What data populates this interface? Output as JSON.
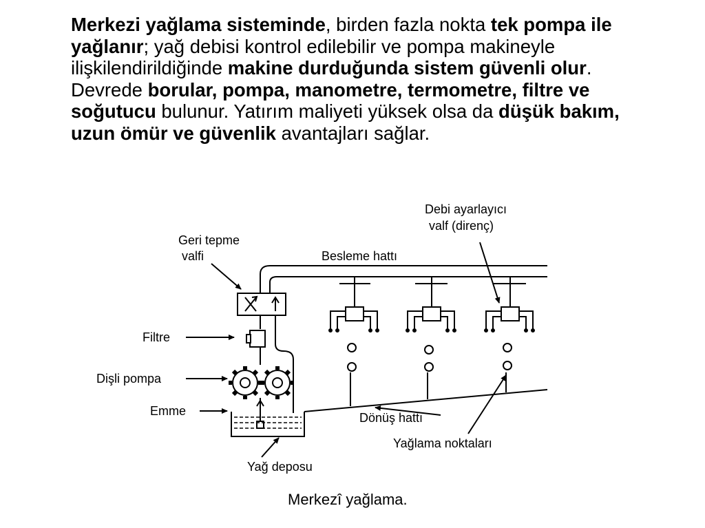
{
  "paragraph": {
    "segments": [
      {
        "text": "Merkezi yağlama sisteminde",
        "bold": true
      },
      {
        "text": ", birden fazla nokta ",
        "bold": false
      },
      {
        "text": "tek pompa ile yağlanır",
        "bold": true
      },
      {
        "text": "; yağ debisi kontrol edilebilir ve pompa makineyle ilişkilendirildiğinde ",
        "bold": false
      },
      {
        "text": "makine durduğunda sistem güvenli olur",
        "bold": true
      },
      {
        "text": ". Devrede ",
        "bold": false
      },
      {
        "text": "borular, pompa, manometre, termometre, filtre ve soğutucu",
        "bold": true
      },
      {
        "text": " bulunur. Yatırım maliyeti yüksek olsa da ",
        "bold": false
      },
      {
        "text": "düşük bakım, uzun ömür ve güvenlik",
        "bold": true
      },
      {
        "text": " avantajları sağlar.",
        "bold": false
      }
    ]
  },
  "diagram": {
    "labels": {
      "geri_tepme_1": "Geri  tepme",
      "geri_tepme_2": "valfi",
      "debi_1": "Debi ayarlayıcı",
      "debi_2": "valf (direnç)",
      "besleme": "Besleme hattı",
      "filtre": "Filtre",
      "disli_pompa": "Dişli pompa",
      "emme": "Emme",
      "donus": "Dönüş hattı",
      "yaglama_noktalari": "Yağlama noktaları",
      "yag_deposu": "Yağ deposu"
    },
    "caption": "Merkezî yağlama."
  }
}
